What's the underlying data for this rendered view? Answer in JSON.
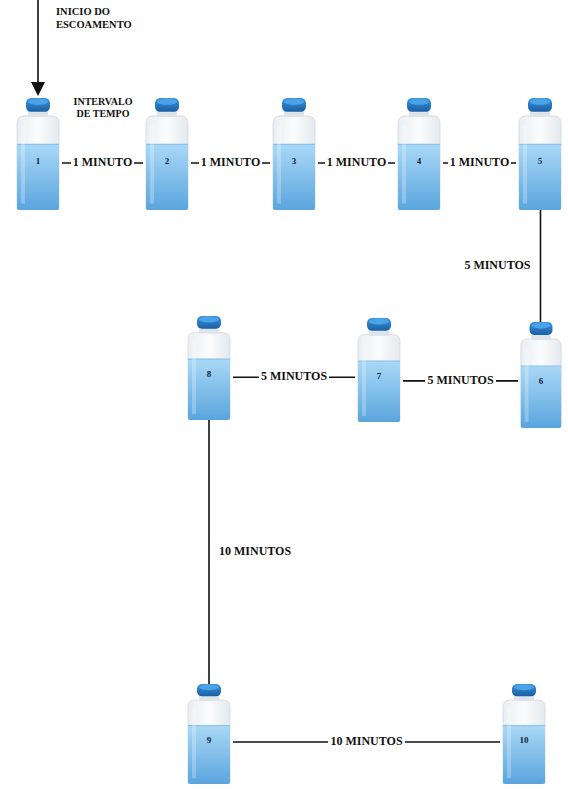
{
  "diagram": {
    "nodes": [
      {
        "text": [
          "1"
        ]
      },
      {
        "text": [
          "2"
        ]
      },
      {
        "text": [
          "3"
        ]
      },
      {
        "text": [
          "4"
        ]
      },
      {
        "text": [
          "5"
        ]
      },
      {
        "text": [
          "6"
        ]
      },
      {
        "text": [
          "7"
        ]
      },
      {
        "text": [
          "8"
        ]
      },
      {
        "text": [
          "9"
        ]
      },
      {
        "text": [
          "10"
        ]
      }
    ],
    "edges": [
      {
        "from": 0,
        "to": 1,
        "arrow": "none",
        "label": "1 MINUTO"
      },
      {
        "from": 1,
        "to": 2,
        "arrow": "none",
        "label": "1 MINUTO"
      },
      {
        "from": 2,
        "to": 3,
        "arrow": "none",
        "label": "1 MINUTO"
      },
      {
        "from": 3,
        "to": 4,
        "arrow": "none",
        "label": "1 MINUTO"
      },
      {
        "from": 4,
        "to": 5,
        "arrow": "none",
        "label": "5 MINUTOS"
      },
      {
        "from": 5,
        "to": 6,
        "arrow": "none",
        "label": "5 MINUTOS"
      },
      {
        "from": 6,
        "to": 7,
        "arrow": "none",
        "label": "5 MINUTOS"
      },
      {
        "from": 7,
        "to": 8,
        "arrow": "none",
        "label": "10 MINUTOS"
      },
      {
        "from": 8,
        "to": 9,
        "arrow": "none",
        "label": "10 MINUTOS"
      }
    ],
    "labels": [
      "INICIO DO ESCOAMENTO",
      "INTERVALO DE TEMPO"
    ]
  }
}
